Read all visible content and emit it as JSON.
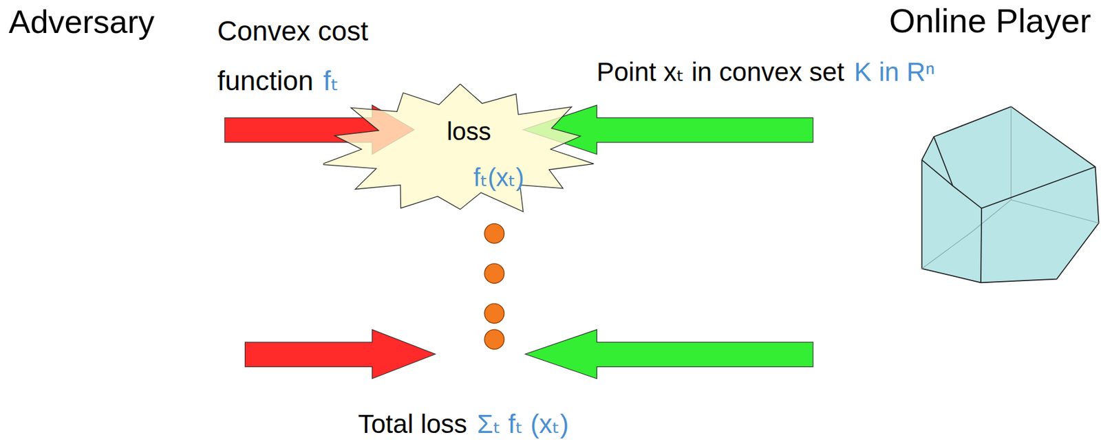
{
  "diagram": {
    "nodes": [
      {
        "text": [
          "loss",
          "fₜ(xₜ)"
        ]
      }
    ],
    "labels": [
      "Adversary",
      "Convex cost function",
      "fₜ",
      "Online Player",
      "Point xₜ in convex set",
      "K in Rⁿ",
      "Total loss",
      "Σₜ fₜ (xₜ)"
    ]
  }
}
